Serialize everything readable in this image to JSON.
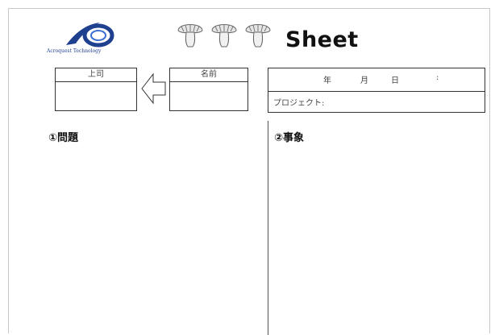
{
  "header": {
    "company": "Acroquest Technology",
    "title": "Sheet",
    "brand_color": "#1f3f8f",
    "icons": [
      "mushroom-icon",
      "mushroom-icon",
      "mushroom-icon"
    ]
  },
  "boss": {
    "label": "上司"
  },
  "name": {
    "label": "名前"
  },
  "date": {
    "year": "年",
    "month": "月",
    "day": "日",
    "colon": ":"
  },
  "project": {
    "label": "プロジェクト:"
  },
  "sections": {
    "problem": "①問題",
    "phenomenon": "②事象"
  }
}
